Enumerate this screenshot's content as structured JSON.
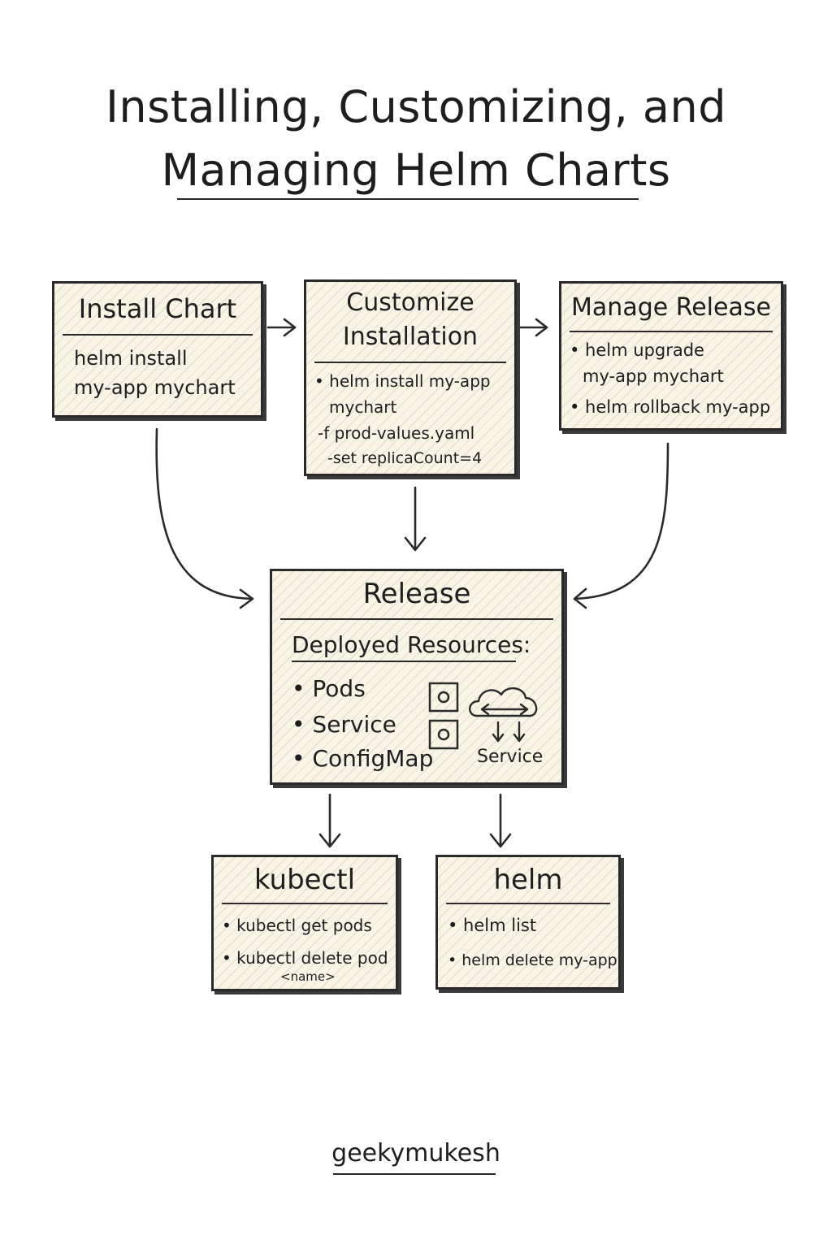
{
  "title": {
    "line1": "Installing, Customizing, and",
    "line2": "Managing Helm Charts"
  },
  "install": {
    "heading": "Install Chart",
    "lines": [
      "helm  install",
      "my-app  mychart"
    ]
  },
  "customize": {
    "heading_line1": "Customize",
    "heading_line2": "Installation",
    "lines": [
      "• helm  install  my-app",
      "mychart",
      "-f prod-values.yaml",
      "-set replicaCount=4"
    ]
  },
  "manage": {
    "heading": "Manage Release",
    "lines": [
      "• helm upgrade",
      "my-app  mychart",
      "• helm rollback my-app"
    ]
  },
  "release": {
    "heading": "Release",
    "subheading": "Deployed Resources:",
    "items": [
      "• Pods",
      "• Service",
      "• ConfigMap"
    ],
    "service_label": "Service"
  },
  "kubectl": {
    "heading": "kubectl",
    "lines": [
      "• kubectl get pods",
      "• kubectl delete pod"
    ],
    "sub": "<name>"
  },
  "helm": {
    "heading": "helm",
    "lines": [
      "• helm list",
      "• helm delete my-app"
    ]
  },
  "brand": "geekymukesh"
}
